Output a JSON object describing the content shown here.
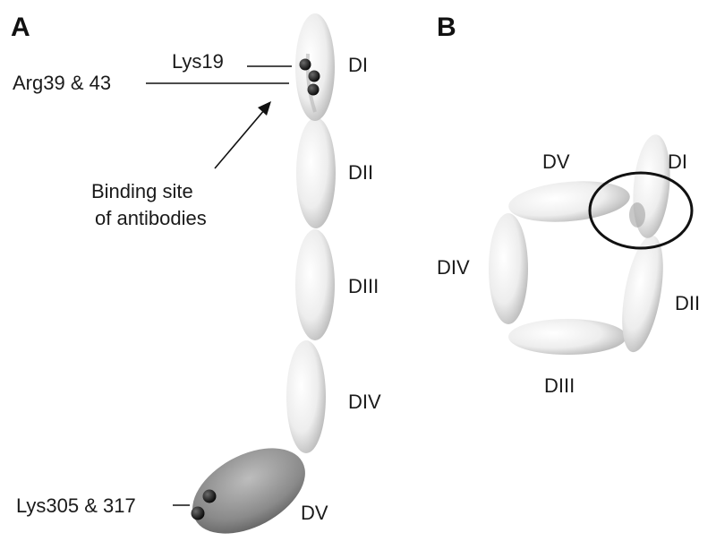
{
  "panels": {
    "a": "A",
    "b": "B"
  },
  "panel_a": {
    "domains": [
      "DI",
      "DII",
      "DIII",
      "DIV",
      "DV"
    ],
    "residues": {
      "lys19": "Lys19",
      "arg39_43": "Arg39 & 43",
      "lys305_317": "Lys305 & 317"
    },
    "annotation": [
      "Binding site",
      "of antibodies"
    ]
  },
  "panel_b": {
    "domains": [
      "DI",
      "DII",
      "DIII",
      "DIV",
      "DV"
    ]
  },
  "colors": {
    "domain_fill": "#e6e6e6",
    "dv_fill_a": "#7a7a7a",
    "residue_marker": "#111111",
    "line": "#111111"
  }
}
